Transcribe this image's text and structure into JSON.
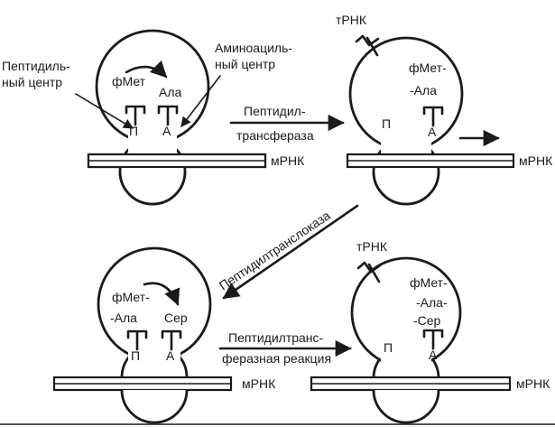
{
  "labels": {
    "peptidyl_center": [
      "Пептидиль-",
      "ный центр"
    ],
    "aminoacyl_center": [
      "Аминоациль-",
      "ный центр"
    ],
    "trna": "тРНК",
    "mrna": "мРНК",
    "p_site": "П",
    "a_site": "А",
    "fmet": "фМет",
    "fmet_dash": "фМет-",
    "ala": "Ала",
    "ala_dash": "-Ала",
    "ala_mid": "-Ала-",
    "ser": "Сер",
    "ser_dash": "-Сер"
  },
  "arrows": {
    "step1": [
      "Пептидил-",
      "трансфераза"
    ],
    "step2": "Пептидилтранслоказа",
    "step3": [
      "Пептидилтранс-",
      "феразная реакция"
    ]
  },
  "colors": {
    "ink": "#1a1a1a",
    "background": "#ffffff"
  }
}
